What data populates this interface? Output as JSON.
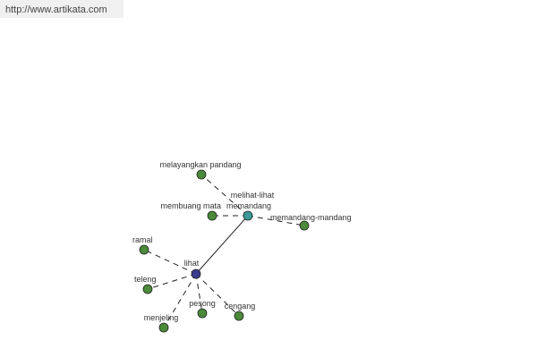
{
  "url": "http://www.artikata.com",
  "nodes": {
    "lihat": {
      "label": "lihat",
      "color": "#3b3b8f"
    },
    "memandang": {
      "label": "memandang",
      "color": "#3a9a98"
    },
    "melihat_lihat": {
      "label": "melihat-lihat"
    },
    "melayangkan_pandang": {
      "label": "melayangkan pandang",
      "color": "#4a8a3a"
    },
    "membuang_mata": {
      "label": "membuang mata",
      "color": "#4a8a3a"
    },
    "memandang_mandang": {
      "label": "memandang-mandang",
      "color": "#4a8a3a"
    },
    "ramal": {
      "label": "ramal",
      "color": "#4a8a3a"
    },
    "teleng": {
      "label": "teleng",
      "color": "#4a8a3a"
    },
    "menjeling": {
      "label": "menjeling",
      "color": "#4a8a3a"
    },
    "pesong": {
      "label": "pesong",
      "color": "#4a8a3a"
    },
    "cengang": {
      "label": "cengang",
      "color": "#4a8a3a"
    }
  }
}
